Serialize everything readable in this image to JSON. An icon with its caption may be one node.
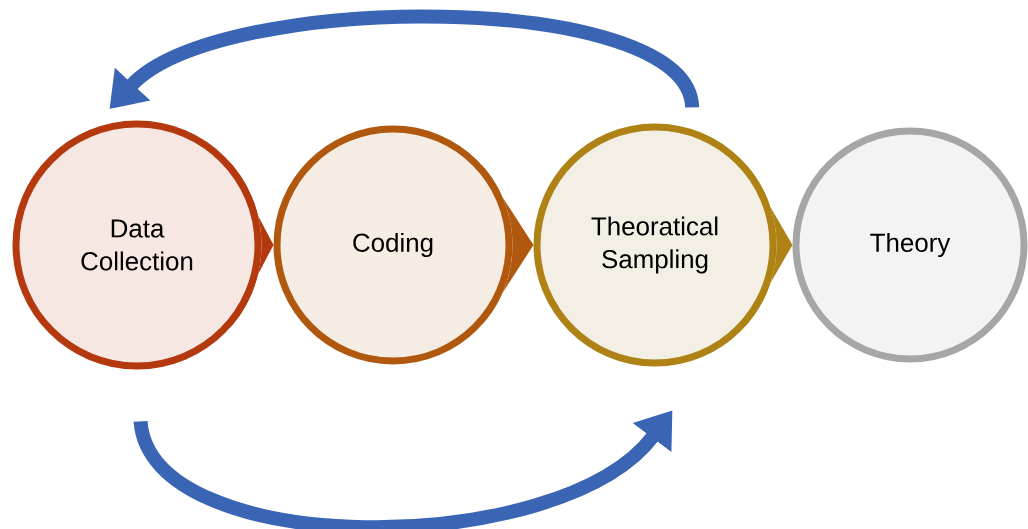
{
  "diagram": {
    "nodes": [
      {
        "text": [
          "Data Collection"
        ]
      },
      {
        "text": [
          "Coding"
        ]
      },
      {
        "text": [
          "Theoratical Sampling"
        ]
      },
      {
        "text": [
          "Theory"
        ]
      }
    ],
    "edges": [
      {
        "from": 0,
        "to": 1,
        "arrow": "to",
        "color": "#b5390e"
      },
      {
        "from": 1,
        "to": 2,
        "arrow": "to",
        "color": "#b0580e"
      },
      {
        "from": 2,
        "to": 3,
        "arrow": "to",
        "color": "#ae8214"
      },
      {
        "from": 2,
        "to": 0,
        "arrow": "to",
        "color": "#3a65b5"
      },
      {
        "from": 0,
        "to": 2,
        "arrow": "to",
        "color": "#3a65b5"
      }
    ]
  }
}
